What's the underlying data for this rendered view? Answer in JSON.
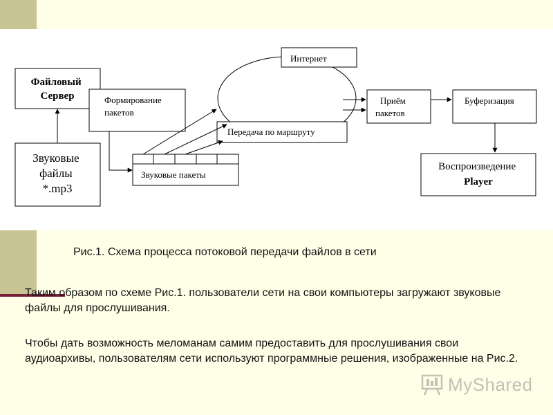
{
  "diagram": {
    "nodes": {
      "file_server": [
        "Файловый",
        "Сервер"
      ],
      "packet_formation": [
        "Формирование",
        "пакетов"
      ],
      "internet": "Интернет",
      "routing": "Передача по маршруту",
      "packet_receive": [
        "Приём",
        "пакетов"
      ],
      "buffering": "Буферизация",
      "playback": [
        "Воспроизведение",
        "Player"
      ],
      "sound_files": [
        "Звуковые",
        "файлы",
        "*.mp3"
      ],
      "sound_packets": "Звуковые пакеты"
    }
  },
  "caption": "Рис.1. Схема процесса потоковой передачи файлов в сети",
  "paragraphs": [
    "Таким образом по схеме Рис.1. пользователи сети на свои компьютеры загружают звуковые файлы для прослушивания.",
    "Чтобы дать возможность меломанам самим предоставить для прослушивания свои аудиоархивы, пользователям сети используют программные решения, изображенные на Рис.2."
  ],
  "watermark": {
    "text": "MyShared",
    "icon": "presentation-board-icon"
  },
  "colors": {
    "background": "#ffffe8",
    "accent_block": "#c8c494",
    "accent_bar": "#7a1f3a"
  }
}
